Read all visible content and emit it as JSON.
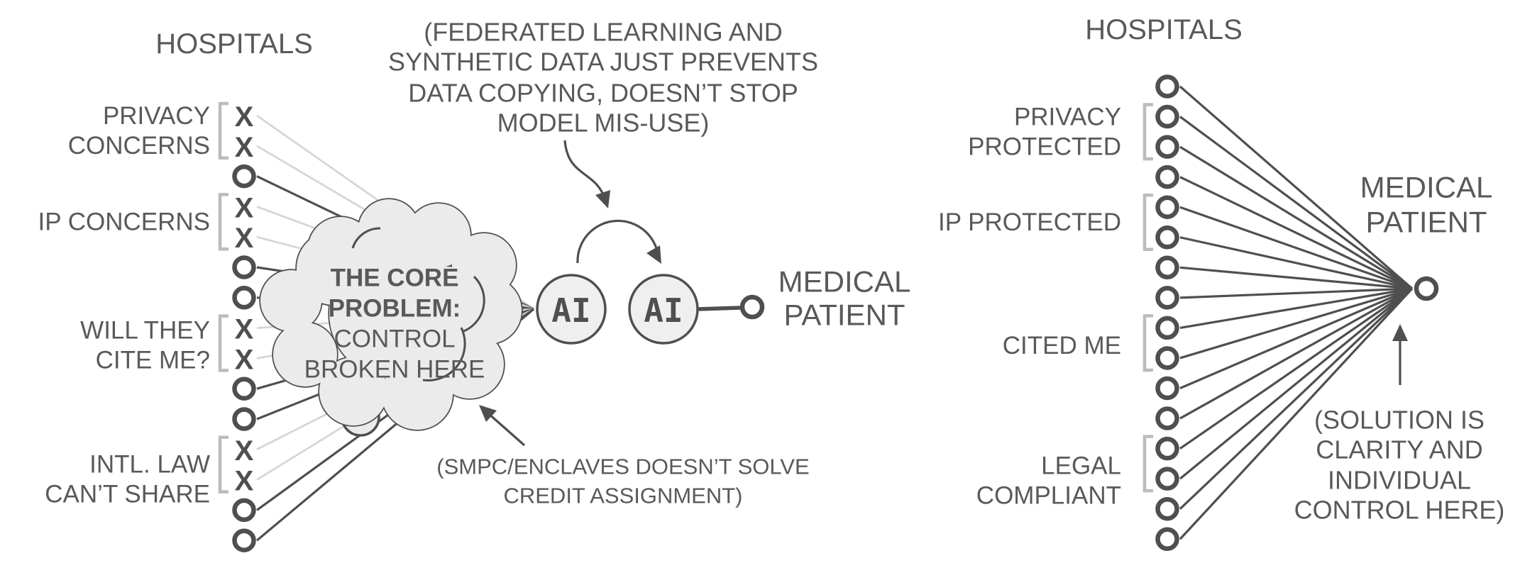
{
  "colors": {
    "dark": "#4f4f4f",
    "light": "#d6d6d6",
    "bracket": "#bcbcbc",
    "text": "#595959",
    "cloud_fill": "#ebebeb",
    "node_fill": "#efefef",
    "node_inner": "#ffffff",
    "background": "#ffffff"
  },
  "left_panel": {
    "title": "HOSPITALS",
    "node_x_symbol": "X",
    "node_sequence": [
      "x",
      "x",
      "o",
      "x",
      "x",
      "o",
      "o",
      "x",
      "x",
      "o",
      "o",
      "x",
      "x",
      "o",
      "o"
    ],
    "labels": [
      {
        "lines": [
          "PRIVACY",
          "CONCERNS"
        ],
        "node_start": 0,
        "node_end": 1
      },
      {
        "lines": [
          "IP CONCERNS"
        ],
        "node_start": 3,
        "node_end": 4
      },
      {
        "lines": [
          "WILL THEY",
          "CITE ME?"
        ],
        "node_start": 7,
        "node_end": 8
      },
      {
        "lines": [
          "INTL. LAW",
          "CAN’T SHARE"
        ],
        "node_start": 11,
        "node_end": 12
      }
    ],
    "cloud": {
      "lines": [
        "THE CORE",
        "PROBLEM:",
        "CONTROL",
        "BROKEN HERE"
      ]
    },
    "ai_label": "AI",
    "patient": {
      "lines": [
        "MEDICAL",
        "PATIENT"
      ]
    },
    "annotation_top": {
      "lines": [
        "(FEDERATED LEARNING AND",
        "SYNTHETIC DATA JUST PREVENTS",
        "DATA COPYING, DOESN’T STOP",
        "MODEL MIS-USE)"
      ]
    },
    "annotation_bottom": {
      "lines": [
        "(SMPC/ENCLAVES DOESN’T SOLVE",
        "CREDIT ASSIGNMENT)"
      ]
    }
  },
  "right_panel": {
    "title": "HOSPITALS",
    "node_count": 16,
    "labels": [
      {
        "lines": [
          "PRIVACY",
          "PROTECTED"
        ],
        "node_start": 1,
        "node_end": 2
      },
      {
        "lines": [
          "IP PROTECTED"
        ],
        "node_start": 4,
        "node_end": 5
      },
      {
        "lines": [
          "CITED ME"
        ],
        "node_start": 8,
        "node_end": 9
      },
      {
        "lines": [
          "LEGAL",
          "COMPLIANT"
        ],
        "node_start": 12,
        "node_end": 13
      }
    ],
    "patient": {
      "lines": [
        "MEDICAL",
        "PATIENT"
      ]
    },
    "annotation": {
      "lines": [
        "(SOLUTION IS",
        "CLARITY AND",
        "INDIVIDUAL",
        "CONTROL HERE)"
      ]
    }
  }
}
